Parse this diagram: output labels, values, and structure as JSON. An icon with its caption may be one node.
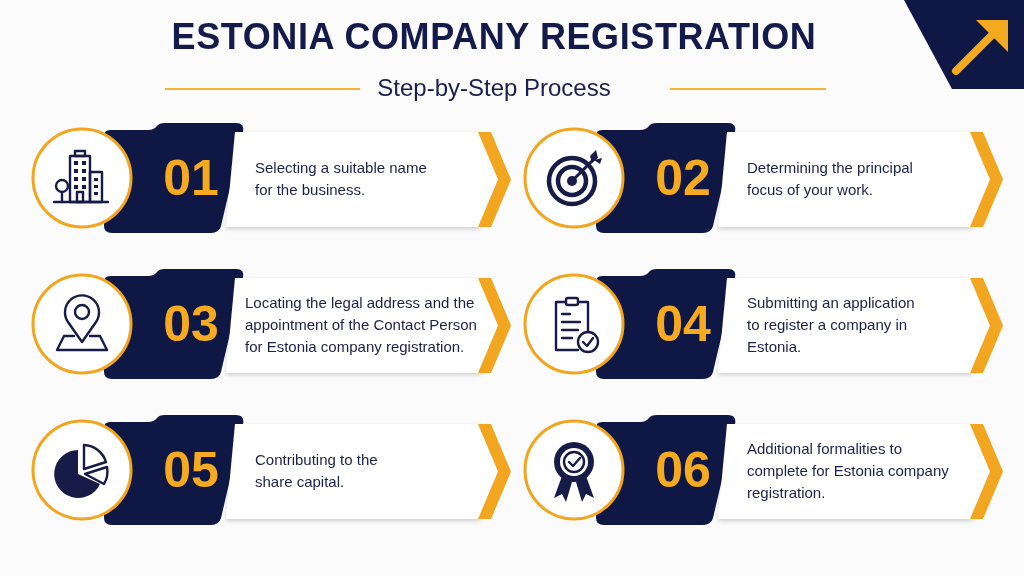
{
  "diagram": {
    "title": "ESTONIA COMPANY REGISTRATION",
    "nodes": [
      {
        "text": [
          "01",
          "Selecting a suitable name for the business."
        ]
      },
      {
        "text": [
          "02",
          "Determining the principal focus of your work."
        ]
      },
      {
        "text": [
          "03",
          "Locating the legal address and the appointment of the Contact Person for Estonia company registration."
        ]
      },
      {
        "text": [
          "04",
          "Submitting an application to register a company in Estonia."
        ]
      },
      {
        "text": [
          "05",
          "Contributing to the share capital."
        ]
      },
      {
        "text": [
          "06",
          "Additional formalities to complete for Estonia company registration."
        ]
      }
    ],
    "labels": [
      "Step-by-Step Process"
    ]
  }
}
